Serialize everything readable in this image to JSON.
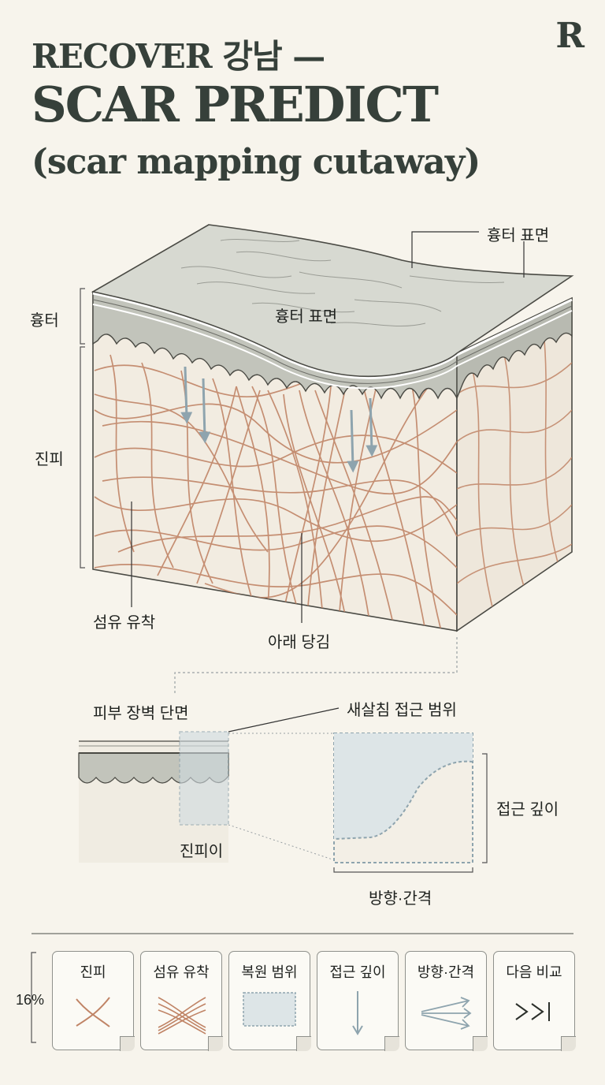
{
  "header": {
    "line1": "RECOVER 강남 —",
    "line2": "SCAR PREDICT",
    "line3": "(scar mapping cutaway)",
    "logo": "R"
  },
  "block_labels": {
    "surface_callout": "흉터 표면",
    "surface_center": "흉터 표면",
    "scar_layer": "흉터",
    "dermis": "진피",
    "fiber_adhesion": "섬유 유착",
    "downward_pull": "아래 당김"
  },
  "detail_labels": {
    "cross_section": "피부 장벽 단면",
    "subcision_range": "새살침 접근 범위",
    "dermis_entry": "진피이",
    "access_depth": "접근 깊이",
    "direction_spacing": "방향·간격"
  },
  "legend": {
    "percent": "16%",
    "items": [
      {
        "label": "진피",
        "icon": "crossing-fibers-icon"
      },
      {
        "label": "섬유 유착",
        "icon": "fiber-bundle-icon"
      },
      {
        "label": "복원 범위",
        "icon": "restore-area-icon"
      },
      {
        "label": "접근 깊이",
        "icon": "down-arrow-icon"
      },
      {
        "label": "방향·간격",
        "icon": "spread-arrows-icon"
      },
      {
        "label": "다음 비교",
        "icon": "next-compare-icon"
      }
    ]
  },
  "colors": {
    "fiber": "#c08466",
    "scar_layer": "#c2c4bb",
    "arrow": "#8ea4ae",
    "access_fill": "#dde5e7",
    "background": "#f7f4ec"
  }
}
